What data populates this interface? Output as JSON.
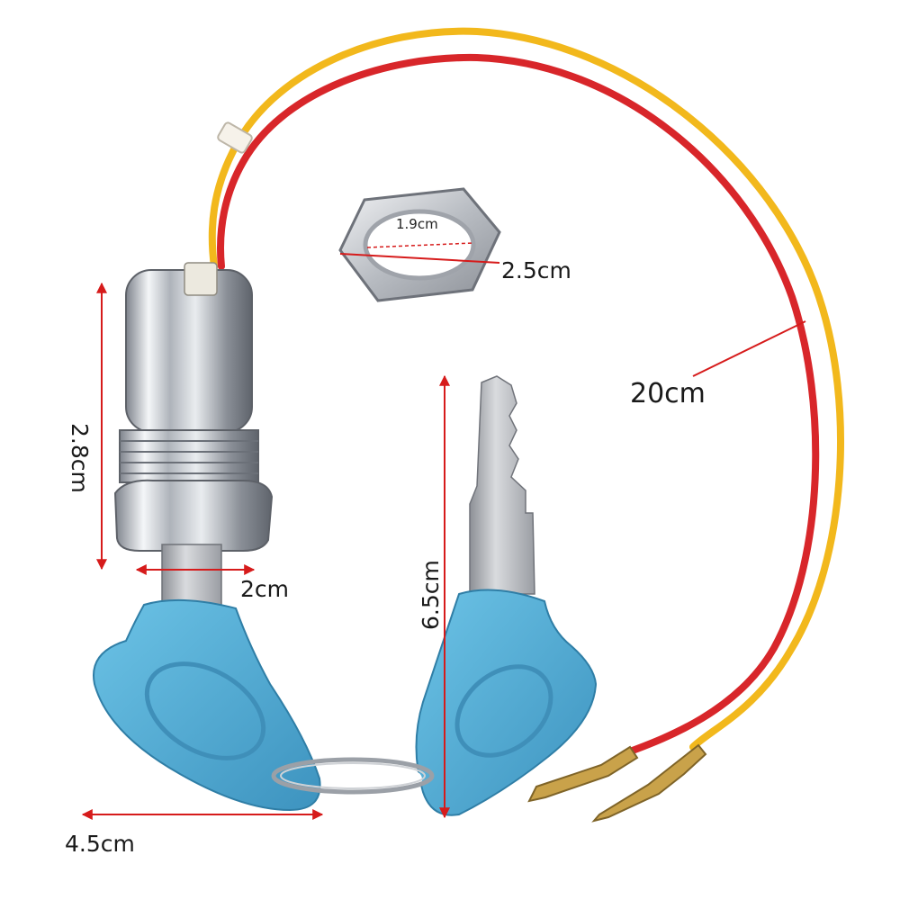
{
  "image": {
    "description_free": true
  },
  "dimensions": {
    "wire_length": "20cm",
    "nut_outer": "2.5cm",
    "nut_inner": "1.9cm",
    "barrel_height": "2.8cm",
    "barrel_width": "2cm",
    "key_length": "6.5cm",
    "key_head_width": "4.5cm"
  },
  "colors": {
    "wire_red": "#d8262a",
    "wire_yellow": "#f2b81c",
    "key_head": "#5ab4d8",
    "metal": "#c9ccd2",
    "measure_line": "#d61b1b"
  }
}
